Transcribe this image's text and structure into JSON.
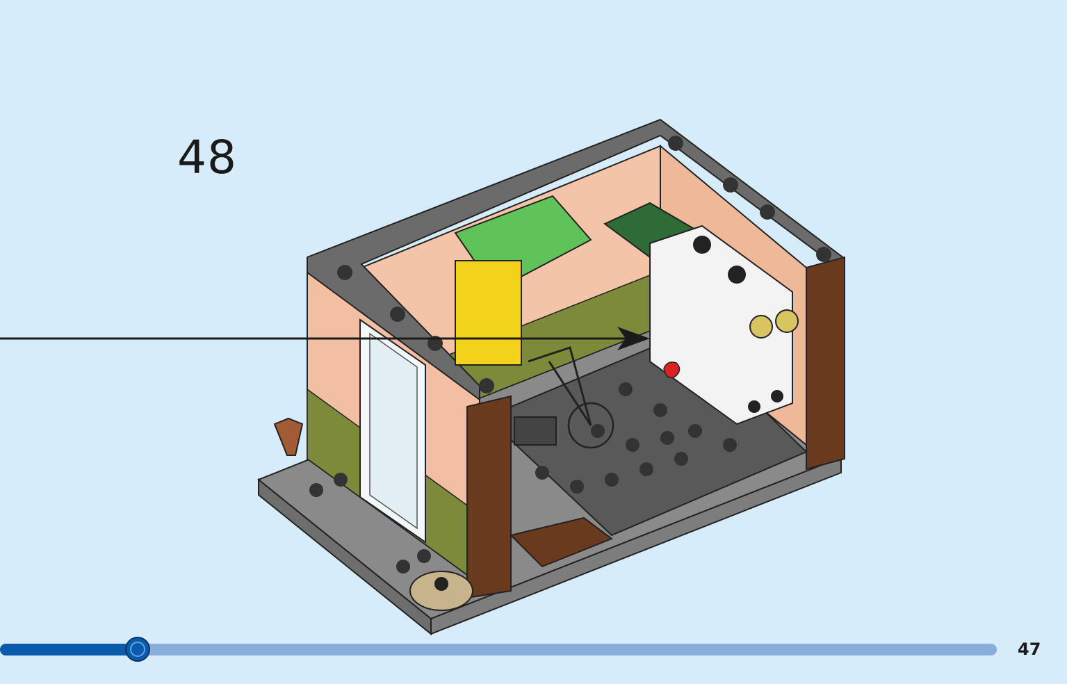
{
  "instruction": {
    "step_number": "48",
    "page_number": "47"
  },
  "progress": {
    "fraction": 0.138
  },
  "colors": {
    "background": "#d6ecfb",
    "progress_fill": "#0a5bac",
    "progress_track": "#8aaedc"
  }
}
